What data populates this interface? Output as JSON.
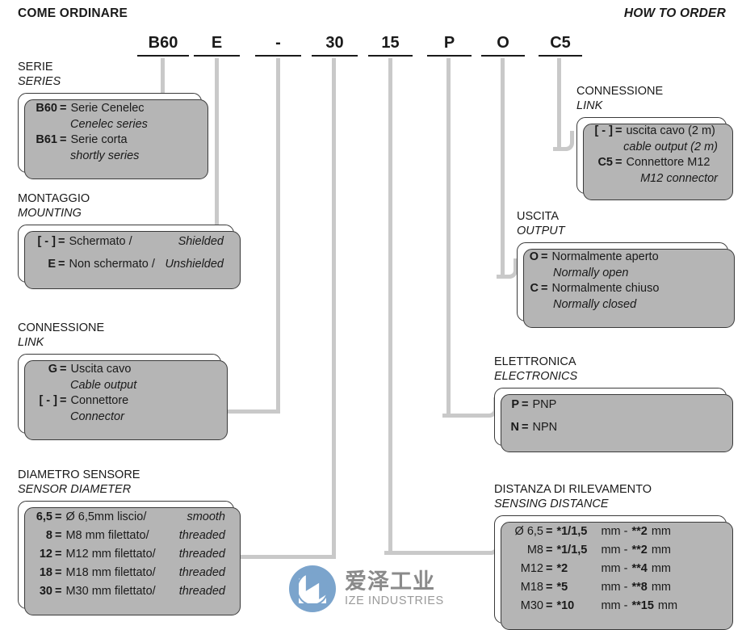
{
  "header": {
    "left_title": "COME ORDINARE",
    "right_title": "HOW TO ORDER"
  },
  "code_row": [
    {
      "id": "series",
      "value": "B60"
    },
    {
      "id": "mounting",
      "value": "E"
    },
    {
      "id": "link-left",
      "value": "-"
    },
    {
      "id": "sensor-diameter",
      "value": "30"
    },
    {
      "id": "sensing-distance",
      "value": "15"
    },
    {
      "id": "electronics",
      "value": "P"
    },
    {
      "id": "output",
      "value": "O"
    },
    {
      "id": "link-right",
      "value": "C5"
    }
  ],
  "sections": {
    "serie": {
      "title_it": "SERIE",
      "title_en": "SERIES",
      "rows": [
        {
          "key": "B60",
          "eq": "=",
          "value_it": "Serie Cenelec",
          "value_en": "Cenelec series"
        },
        {
          "key": "B61",
          "eq": "=",
          "value_it": "Serie corta",
          "value_en": "shortly series"
        }
      ]
    },
    "montaggio": {
      "title_it": "MONTAGGIO",
      "title_en": "MOUNTING",
      "rows": [
        {
          "key": "[ - ]",
          "eq": "=",
          "value_it": "Schermato / ",
          "value_en": "Shielded"
        },
        {
          "key": "E",
          "eq": "=",
          "value_it": "Non schermato / ",
          "value_en": "Unshielded"
        }
      ]
    },
    "connessione_left": {
      "title_it": "CONNESSIONE",
      "title_en": "LINK",
      "rows": [
        {
          "key": "G",
          "eq": "=",
          "value_it": "Uscita cavo",
          "value_en": "Cable output"
        },
        {
          "key": "[ - ]",
          "eq": "=",
          "value_it": "Connettore",
          "value_en": "Connector"
        }
      ]
    },
    "diametro_sensore": {
      "title_it": "DIAMETRO SENSORE",
      "title_en": "SENSOR DIAMETER",
      "rows": [
        {
          "key": "6,5",
          "eq": "=",
          "value_it": "Ø 6,5mm liscio/",
          "value_en": "smooth"
        },
        {
          "key": "8",
          "eq": "=",
          "value_it": "M8  mm  filettato/",
          "value_en": "threaded"
        },
        {
          "key": "12",
          "eq": "=",
          "value_it": "M12 mm filettato/",
          "value_en": "threaded"
        },
        {
          "key": "18",
          "eq": "=",
          "value_it": "M18 mm filettato/",
          "value_en": "threaded"
        },
        {
          "key": "30",
          "eq": "=",
          "value_it": "M30 mm filettato/",
          "value_en": "threaded"
        }
      ]
    },
    "connessione_right": {
      "title_it": "CONNESSIONE",
      "title_en": "LINK",
      "rows": [
        {
          "key": "[ - ]",
          "eq": "=",
          "value_it": "uscita cavo (2 m)",
          "value_en": "cable output (2 m)"
        },
        {
          "key": "C5",
          "eq": "=",
          "value_it": "Connettore M12",
          "value_en": "M12 connector"
        }
      ]
    },
    "uscita": {
      "title_it": "USCITA",
      "title_en": "OUTPUT",
      "rows": [
        {
          "key": "O",
          "eq": "=",
          "value_it": "Normalmente aperto",
          "value_en": "Normally open"
        },
        {
          "key": "C",
          "eq": "=",
          "value_it": "Normalmente chiuso",
          "value_en": "Normally closed"
        }
      ]
    },
    "elettronica": {
      "title_it": "ELETTRONICA",
      "title_en": "ELECTRONICS",
      "rows": [
        {
          "key": "P",
          "eq": "=",
          "value_it": "PNP",
          "value_en": ""
        },
        {
          "key": "N",
          "eq": "=",
          "value_it": "NPN",
          "value_en": ""
        }
      ]
    },
    "distanza": {
      "title_it": "DISTANZA DI RILEVAMENTO",
      "title_en": "SENSING DISTANCE",
      "rows": [
        {
          "key": "Ø 6,5",
          "eq": "=",
          "near": "*1/1,5",
          "unit1": "mm -",
          "far": "**2",
          "unit2": "mm"
        },
        {
          "key": "M8",
          "eq": "=",
          "near": "*1/1,5",
          "unit1": "mm -",
          "far": "**2",
          "unit2": "mm"
        },
        {
          "key": "M12",
          "eq": "=",
          "near": "*2",
          "unit1": "mm -",
          "far": "**4",
          "unit2": "mm"
        },
        {
          "key": "M18",
          "eq": "=",
          "near": "*5",
          "unit1": "mm -",
          "far": "**8",
          "unit2": "mm"
        },
        {
          "key": "M30",
          "eq": "=",
          "near": "*10",
          "unit1": "mm -",
          "far": "**15",
          "unit2": "mm"
        }
      ]
    }
  },
  "watermark": {
    "cn": "爱泽工业",
    "en": "IZE INDUSTRIES",
    "color": "#7ba4cc"
  }
}
